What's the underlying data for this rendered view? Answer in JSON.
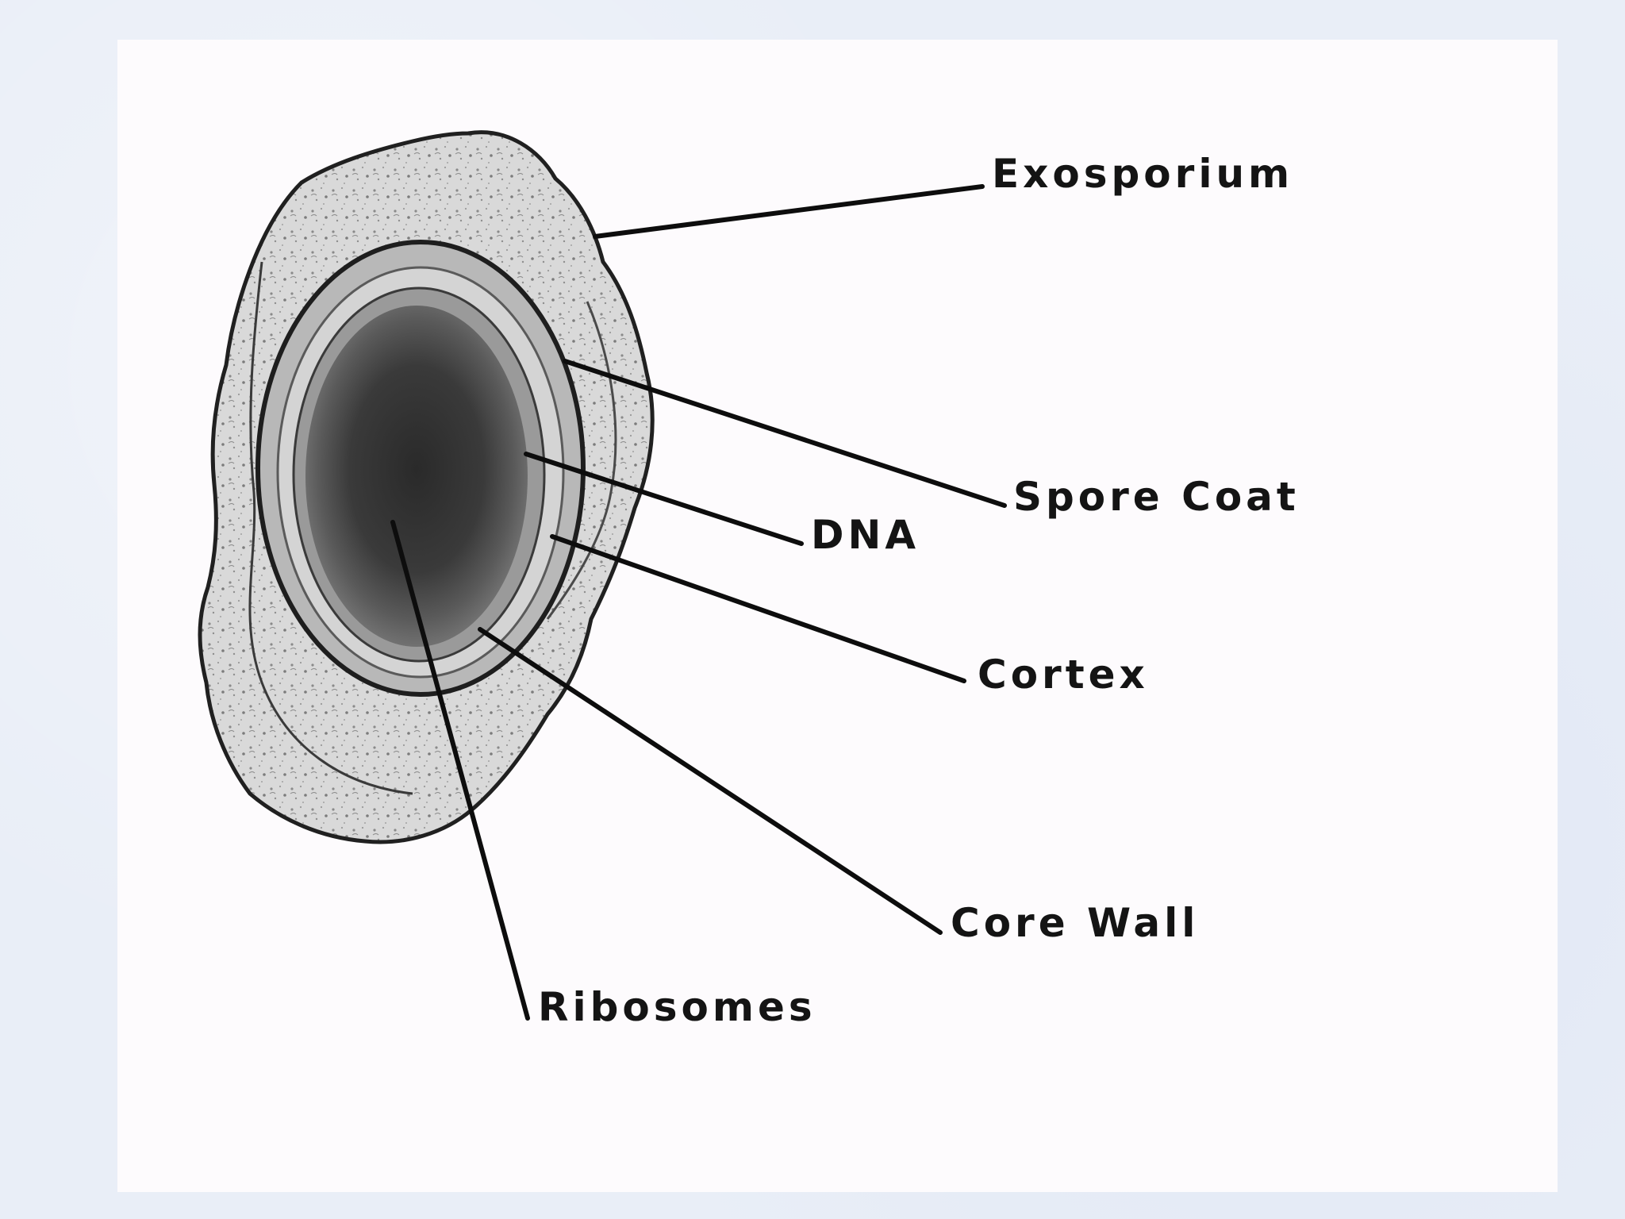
{
  "labels": {
    "exosporium": "Exosporium",
    "spore_coat": "Spore Coat",
    "dna": "DNA",
    "cortex": "Cortex",
    "core_wall": "Core Wall",
    "ribosomes": "Ribosomes"
  },
  "colors": {
    "background": "#e9eef7",
    "panel": "#fdfbfd",
    "ink": "#141414"
  }
}
